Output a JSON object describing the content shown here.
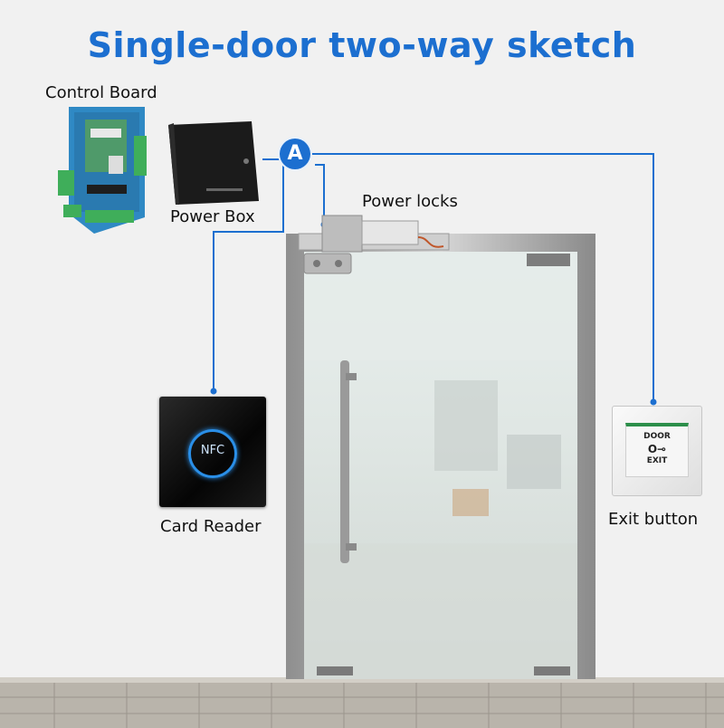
{
  "title": "Single-door two-way sketch",
  "labels": {
    "control_board": "Control Board",
    "power_box": "Power Box",
    "power_locks": "Power locks",
    "card_reader": "Card Reader",
    "exit_button": "Exit button",
    "node_a": "A"
  },
  "device_text": {
    "nfc": "NFC",
    "door": "DOOR",
    "key_glyph": "O⊸",
    "exit": "EXIT"
  },
  "colors": {
    "title": "#1c6fd0",
    "wire": "#1c6fd0",
    "badge": "#1c6fd0"
  },
  "icons": {
    "control_board": "pcb-board-icon",
    "power_box": "power-box-icon",
    "lock": "electric-lock-icon",
    "reader": "nfc-card-reader-icon",
    "exit": "exit-button-icon",
    "door": "glass-door-icon"
  }
}
